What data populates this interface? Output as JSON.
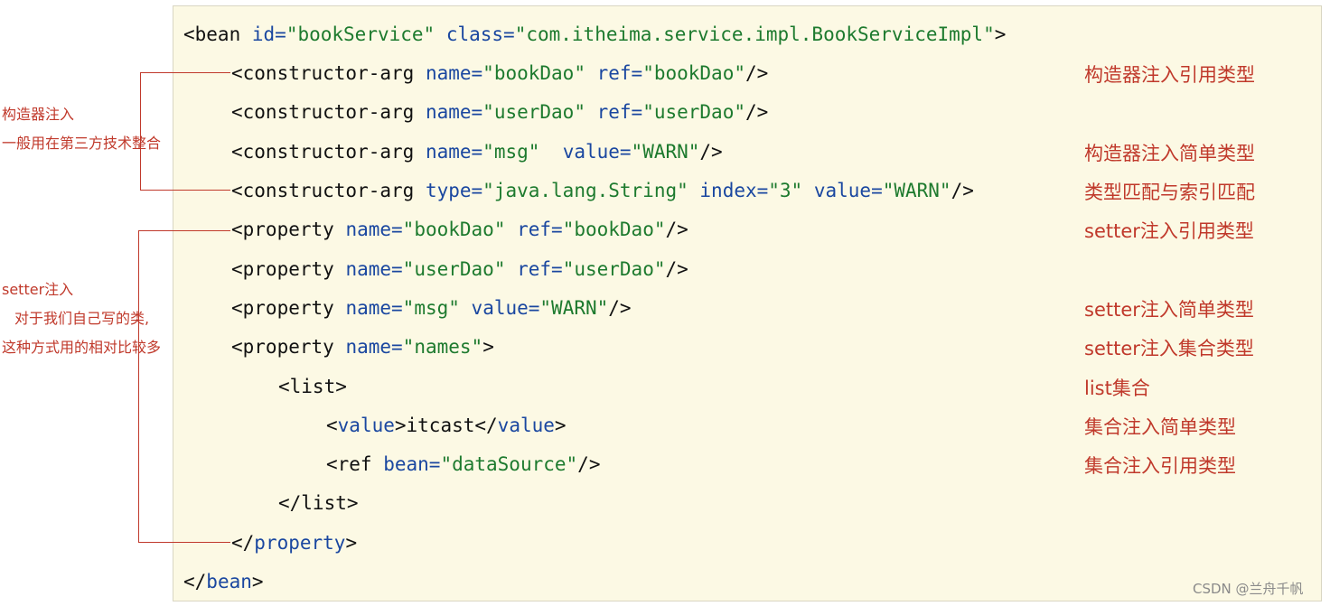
{
  "code": {
    "l1": {
      "tag": "<bean",
      "k1": "id=",
      "v1": "\"bookService\"",
      "k2": "class=",
      "v2": "\"com.itheima.service.impl.BookServiceImpl\"",
      "end": ">"
    },
    "l2": {
      "tag": "<constructor-arg",
      "k1": "name=",
      "v1": "\"bookDao\"",
      "k2": "ref=",
      "v2": "\"bookDao\"",
      "end": "/>"
    },
    "l3": {
      "tag": "<constructor-arg",
      "k1": "name=",
      "v1": "\"userDao\"",
      "k2": "ref=",
      "v2": "\"userDao\"",
      "end": "/>"
    },
    "l4": {
      "tag": "<constructor-arg",
      "k1": "name=",
      "v1": "\"msg\"",
      "k2": "value=",
      "v2": "\"WARN\"",
      "end": "/>"
    },
    "l5": {
      "tag": "<constructor-arg",
      "k1": "type=",
      "v1": "\"java.lang.String\"",
      "k2": "index=",
      "v2": "\"3\"",
      "k3": "value=",
      "v3": "\"WARN\"",
      "end": "/>"
    },
    "l6": {
      "tag": "<property",
      "k1": "name=",
      "v1": "\"bookDao\"",
      "k2": "ref=",
      "v2": "\"bookDao\"",
      "end": "/>"
    },
    "l7": {
      "tag": "<property",
      "k1": "name=",
      "v1": "\"userDao\"",
      "k2": "ref=",
      "v2": "\"userDao\"",
      "end": "/>"
    },
    "l8": {
      "tag": "<property",
      "k1": "name=",
      "v1": "\"msg\"",
      "k2": "value=",
      "v2": "\"WARN\"",
      "end": "/>"
    },
    "l9": {
      "tag": "<property",
      "k1": "name=",
      "v1": "\"names\"",
      "end": ">"
    },
    "l10": {
      "tag": "<list>"
    },
    "l11": {
      "a": "<",
      "tag": "value",
      "b": ">itcast</",
      "tag2": "value",
      "c": ">"
    },
    "l12": {
      "tag": "<ref",
      "k1": "bean=",
      "v1": "\"dataSource\"",
      "end": "/>"
    },
    "l13": {
      "tag": "</list>"
    },
    "l14": {
      "a": "</",
      "tag": "property",
      "b": ">"
    },
    "l15": {
      "a": "</",
      "tag": "bean",
      "b": ">"
    }
  },
  "comments": {
    "c2": "构造器注入引用类型",
    "c4": "构造器注入简单类型",
    "c5": "类型匹配与索引匹配",
    "c6": "setter注入引用类型",
    "c8": "setter注入简单类型",
    "c9": "setter注入集合类型",
    "c10": "list集合",
    "c11": "集合注入简单类型",
    "c12": "集合注入引用类型"
  },
  "annotations": {
    "ctor_title": "构造器注入",
    "ctor_note": "一般用在第三方技术整合",
    "setter_title": "setter注入",
    "setter_note1": "对于我们自己写的类,",
    "setter_note2": "这种方式用的相对比较多"
  },
  "watermark": "CSDN @兰舟千帆",
  "colors": {
    "tag": "#111111",
    "attr": "#1a47a0",
    "value": "#1d7a2e",
    "comment": "#c0392b",
    "panel": "#fcf9e4"
  }
}
